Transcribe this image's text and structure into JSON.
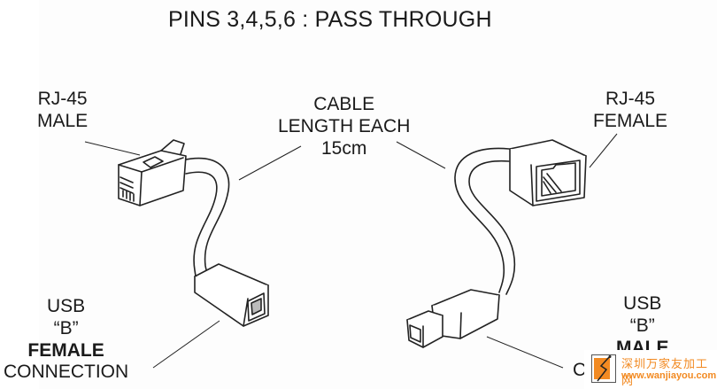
{
  "title": "PINS 3,4,5,6 : PASS THROUGH",
  "labels": {
    "rj45_male": [
      "RJ-45",
      "MALE"
    ],
    "cable_length": [
      "CABLE",
      "LENGTH EACH",
      "15cm"
    ],
    "rj45_female": [
      "RJ-45",
      "FEMALE"
    ],
    "usb_b_female": [
      "USB",
      "“B”",
      "FEMALE",
      "CONNECTION"
    ],
    "usb_b_male": [
      "USB",
      "“B”",
      "MALE",
      "C"
    ]
  },
  "watermark": {
    "cn_text": "深圳万家友加工网",
    "url": "www.wanjiayou.com",
    "accent_color": "#f28a22"
  }
}
